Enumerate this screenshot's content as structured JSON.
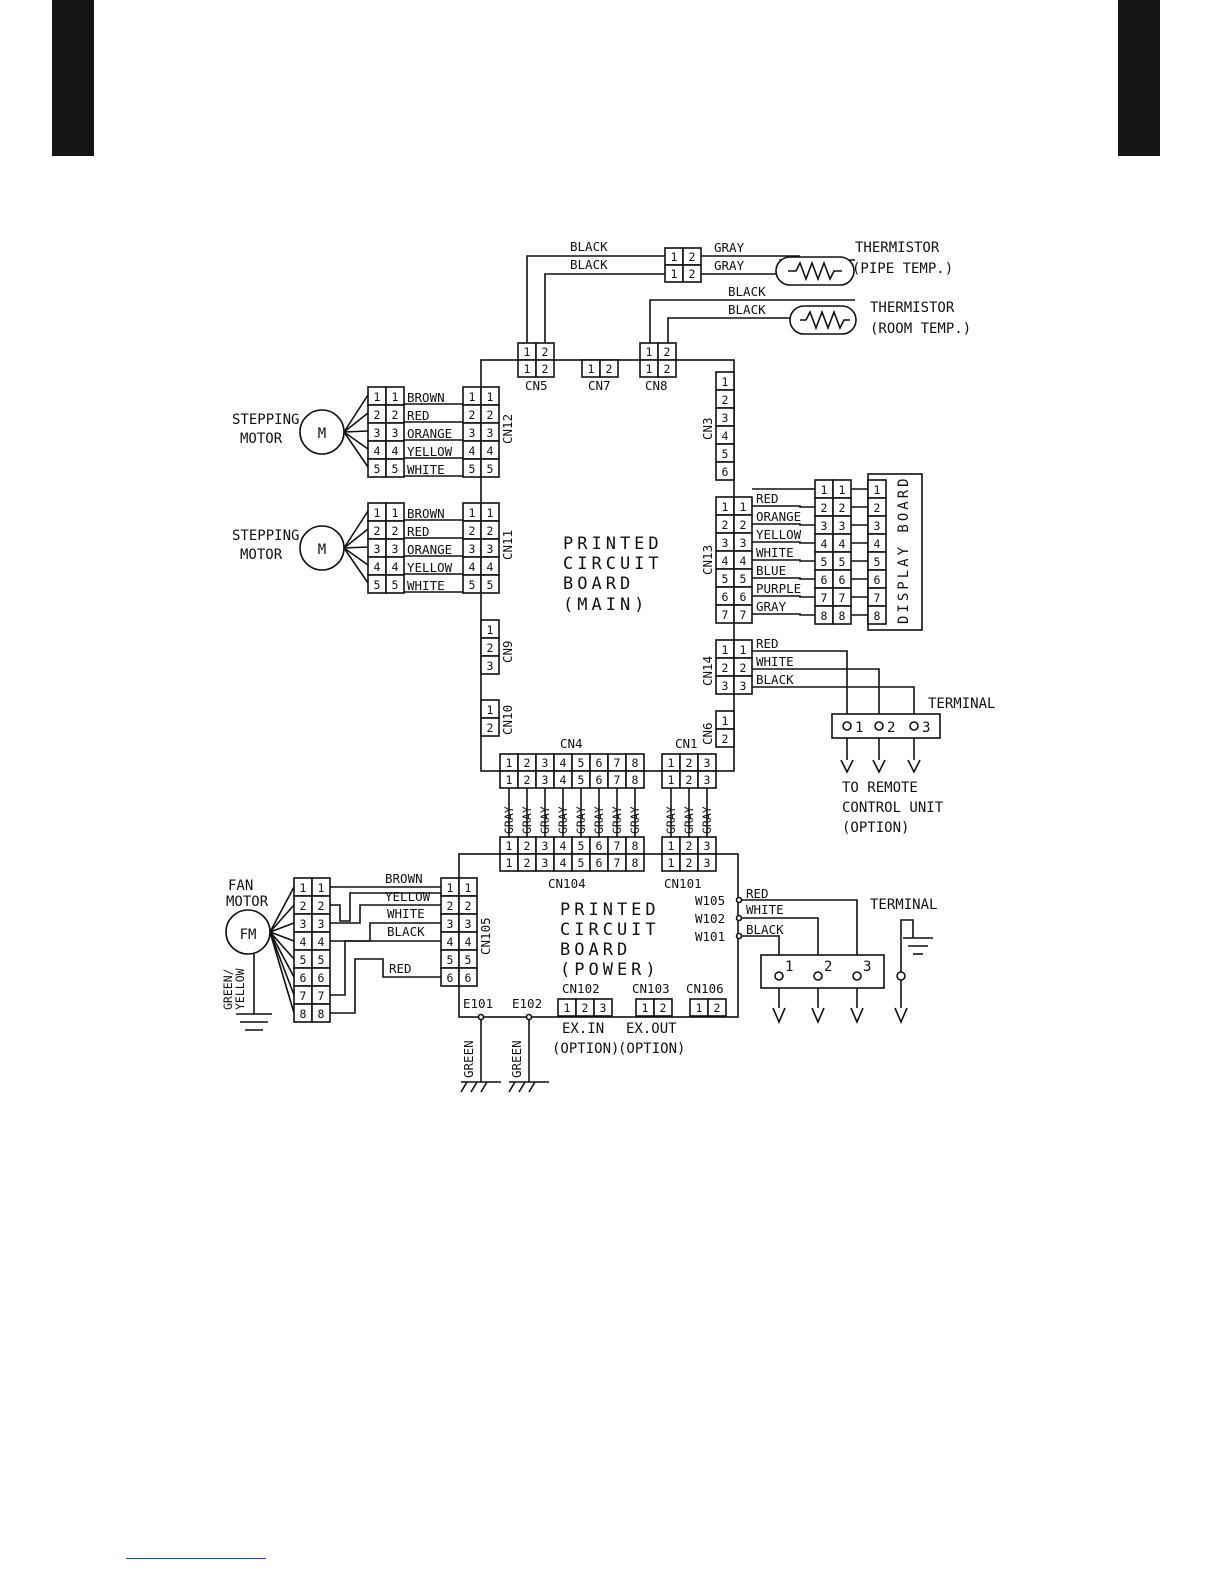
{
  "wires": {
    "black": "BLACK",
    "gray": "GRAY",
    "brown": "BROWN",
    "red": "RED",
    "orange": "ORANGE",
    "yellow": "YELLOW",
    "white": "WHITE",
    "blue": "BLUE",
    "purple": "PURPLE",
    "green": "GREEN",
    "green_yellow_1": "GREEN/",
    "green_yellow_2": "YELLOW"
  },
  "components": {
    "thermistor": "THERMISTOR",
    "pipe_temp": "(PIPE TEMP.)",
    "room_temp": "(ROOM TEMP.)",
    "stepping_1": "STEPPING",
    "stepping_2": "MOTOR",
    "motor_symbol": "M",
    "fan_1": "FAN",
    "fan_2": "MOTOR",
    "fan_symbol": "FM",
    "display_board": "DISPLAY BOARD",
    "terminal": "TERMINAL",
    "remote_1": "TO REMOTE",
    "remote_2": "CONTROL UNIT",
    "remote_3": "(OPTION)",
    "ex_in": "EX.IN",
    "ex_out": "EX.OUT",
    "option": "(OPTION)"
  },
  "main_board": {
    "l1": "PRINTED",
    "l2": "CIRCUIT",
    "l3": "BOARD",
    "l4": "(MAIN)"
  },
  "power_board": {
    "l1": "PRINTED",
    "l2": "CIRCUIT",
    "l3": "BOARD",
    "l4": "(POWER)"
  },
  "connectors": {
    "cn1": "CN1",
    "cn3": "CN3",
    "cn4": "CN4",
    "cn5": "CN5",
    "cn6": "CN6",
    "cn7": "CN7",
    "cn8": "CN8",
    "cn9": "CN9",
    "cn10": "CN10",
    "cn11": "CN11",
    "cn12": "CN12",
    "cn13": "CN13",
    "cn14": "CN14",
    "cn101": "CN101",
    "cn102": "CN102",
    "cn103": "CN103",
    "cn104": "CN104",
    "cn105": "CN105",
    "cn106": "CN106",
    "w101": "W101",
    "w102": "W102",
    "w105": "W105",
    "e101": "E101",
    "e102": "E102"
  },
  "terminal_pins": [
    "1",
    "2",
    "3"
  ]
}
